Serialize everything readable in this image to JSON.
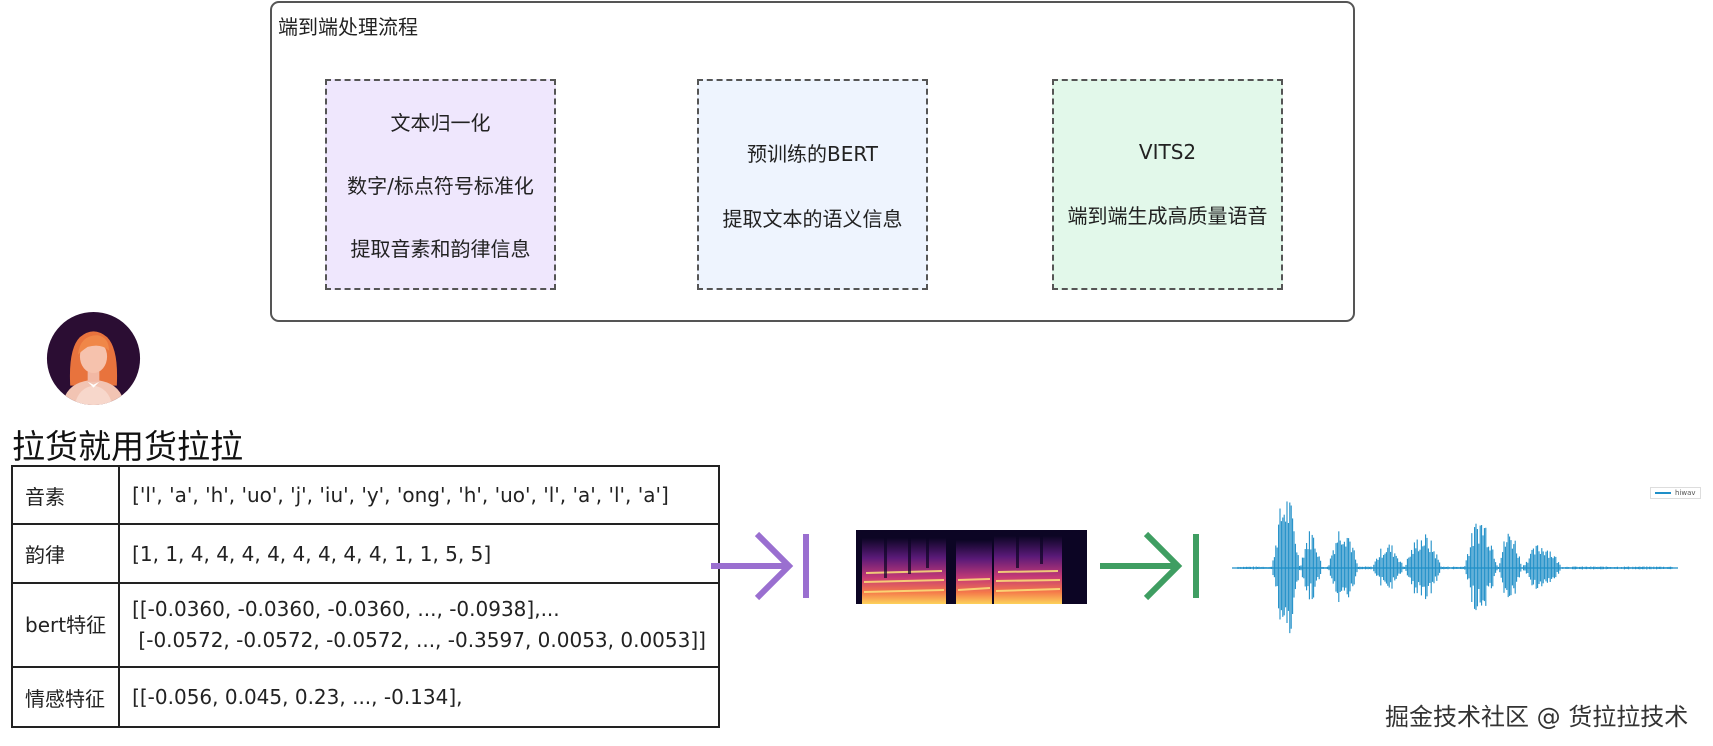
{
  "pipeline": {
    "title": "端到端处理流程",
    "stages": [
      {
        "lines": [
          "文本归一化",
          "数字/标点符号标准化",
          "提取音素和韵律信息"
        ],
        "fill": "#efe7fd"
      },
      {
        "lines": [
          "预训练的BERT",
          "提取文本的语义信息"
        ],
        "fill": "#eef4fe"
      },
      {
        "lines": [
          "VITS2",
          "端到端生成高质量语音"
        ],
        "fill": "#e2f8ea"
      }
    ]
  },
  "input": {
    "avatar_icon": "user-avatar-icon",
    "sentence": "拉货就用货拉拉"
  },
  "features": [
    {
      "label": "音素",
      "value": "['l', 'a', 'h', 'uo', 'j', 'iu', 'y', 'ong', 'h', 'uo', 'l', 'a', 'l', 'a']"
    },
    {
      "label": "韵律",
      "value": "[1, 1, 4, 4, 4, 4, 4, 4, 4, 4, 1, 1, 5, 5]"
    },
    {
      "label": "bert特征",
      "value": "[[-0.0360, -0.0360, -0.0360, ..., -0.0938],...\n [-0.0572, -0.0572, -0.0572, ..., -0.3597, 0.0053, 0.0053]]"
    },
    {
      "label": "情感特征",
      "value": "[[-0.056, 0.045, 0.23, ..., -0.134],"
    }
  ],
  "arrows": [
    {
      "icon": "arrow-to-bar-icon",
      "color": "#9a6fd0"
    },
    {
      "icon": "arrow-to-bar-icon",
      "color": "#3f9e62"
    }
  ],
  "spectrogram_icon": "mel-spectrogram-image",
  "waveform": {
    "icon": "audio-waveform-image",
    "color": "#1f8fc8",
    "legend": "hiwav"
  },
  "watermark": "掘金技术社区 @ 货拉拉技术"
}
